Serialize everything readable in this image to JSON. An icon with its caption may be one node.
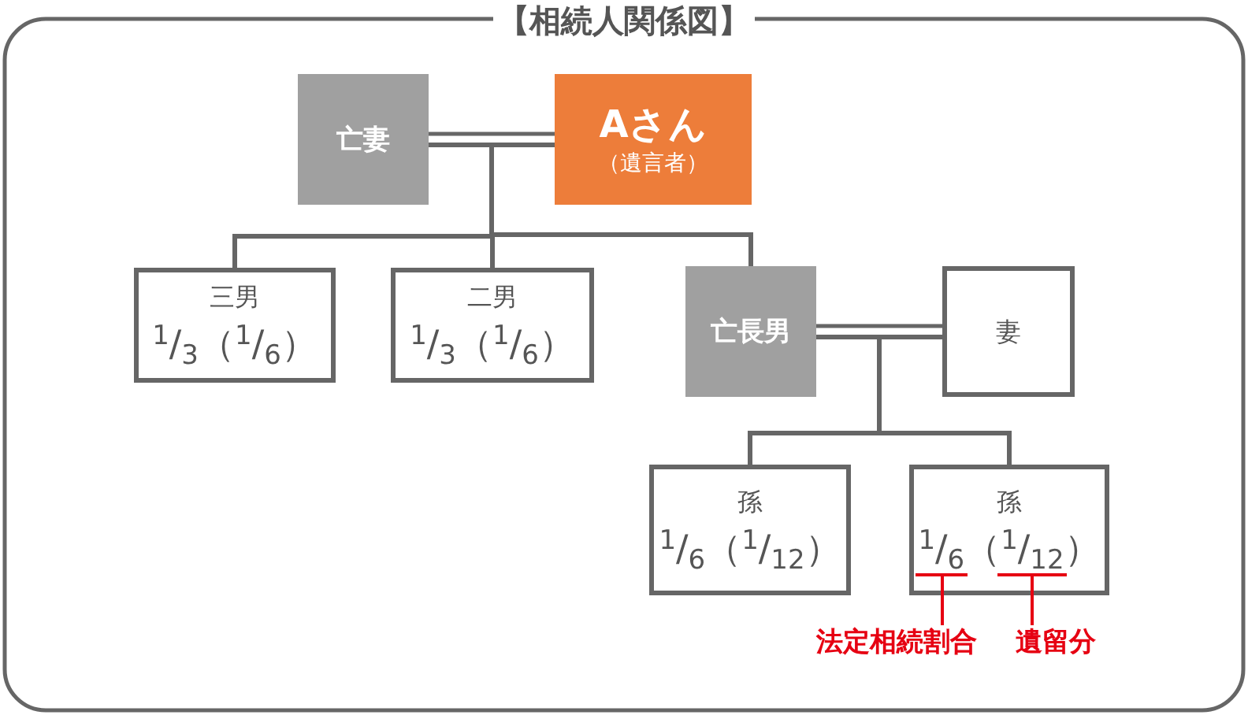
{
  "diagram": {
    "title": "【相続人関係図】",
    "nodes": [
      {
        "text": [
          "亡妻"
        ]
      },
      {
        "text": [
          "Aさん",
          "（遺言者）"
        ]
      },
      {
        "text": [
          "三男",
          "$^{1}$/$_{3}$（$^{1}$/$_{6}$）"
        ]
      },
      {
        "text": [
          "二男",
          "$^{1}$/$_{3}$（$^{1}$/$_{6}$）"
        ]
      },
      {
        "text": [
          "亡長男"
        ]
      },
      {
        "text": [
          "妻"
        ]
      },
      {
        "text": [
          "孫",
          "$^{1}$/$_{6}$（$^{1}$/$_{12}$）"
        ]
      },
      {
        "text": [
          "孫",
          "$^{1}$/$_{6}$（$^{1}$/$_{12}$）"
        ]
      },
      {
        "text": [
          "法定相続割合"
        ]
      },
      {
        "text": [
          "遺留分"
        ]
      }
    ],
    "edges": [
      {
        "from": 0,
        "to": 1,
        "arrow": "none"
      },
      {
        "from": 0,
        "to": 2,
        "arrow": "none"
      },
      {
        "from": 1,
        "to": 2,
        "arrow": "none"
      },
      {
        "from": 0,
        "to": 3,
        "arrow": "none"
      },
      {
        "from": 1,
        "to": 3,
        "arrow": "none"
      },
      {
        "from": 0,
        "to": 4,
        "arrow": "none"
      },
      {
        "from": 1,
        "to": 4,
        "arrow": "none"
      },
      {
        "from": 4,
        "to": 5,
        "arrow": "none"
      },
      {
        "from": 4,
        "to": 6,
        "arrow": "none"
      },
      {
        "from": 5,
        "to": 6,
        "arrow": "none"
      },
      {
        "from": 4,
        "to": 7,
        "arrow": "none"
      },
      {
        "from": 5,
        "to": 7,
        "arrow": "none"
      },
      {
        "from": 8,
        "to": 7,
        "arrow": "none",
        "color": "#e60012"
      },
      {
        "from": 9,
        "to": 7,
        "arrow": "none",
        "color": "#e60012"
      }
    ]
  }
}
